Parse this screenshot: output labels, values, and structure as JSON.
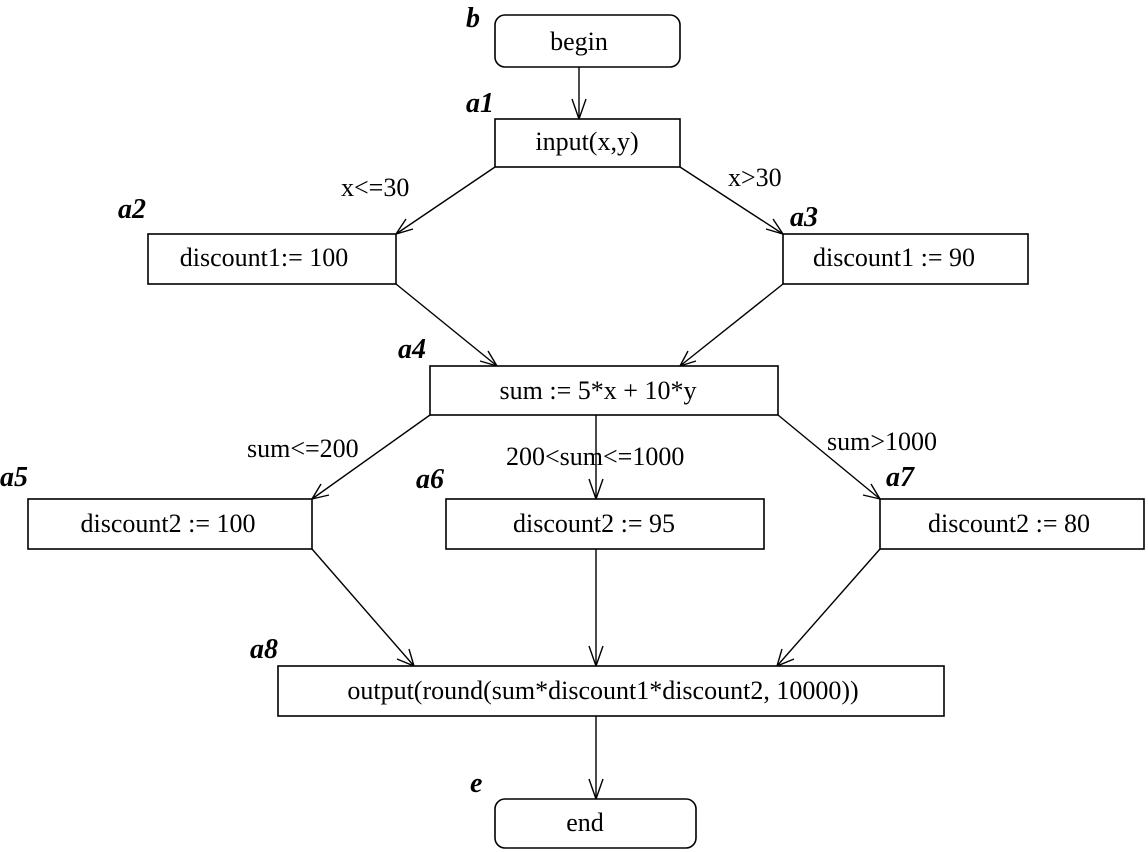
{
  "nodes": {
    "begin": {
      "id": "b",
      "text": "begin"
    },
    "a1": {
      "id": "a1",
      "text": "input(x,y)"
    },
    "a2": {
      "id": "a2",
      "text": "discount1:= 100"
    },
    "a3": {
      "id": "a3",
      "text": "discount1 := 90"
    },
    "a4": {
      "id": "a4",
      "text": "sum := 5*x + 10*y"
    },
    "a5": {
      "id": "a5",
      "text": "discount2 := 100"
    },
    "a6": {
      "id": "a6",
      "text": "discount2 := 95"
    },
    "a7": {
      "id": "a7",
      "text": "discount2 := 80"
    },
    "a8": {
      "id": "a8",
      "text": "output(round(sum*discount1*discount2, 10000))"
    },
    "end": {
      "id": "e",
      "text": "end"
    }
  },
  "edge_labels": {
    "a1_a2": "x<=30",
    "a1_a3": "x>30",
    "a4_a5": "sum<=200",
    "a4_a6": "200<sum<=1000",
    "a4_a7": "sum>1000"
  }
}
